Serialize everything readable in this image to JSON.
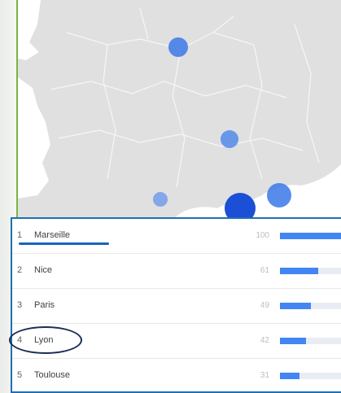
{
  "colors": {
    "accent": "#1e6fb3",
    "bar": "#4285f4",
    "bar_track": "#e9edf3",
    "map_land": "#e0e0e0",
    "map_sea": "#ffffff",
    "bubble": "#3b78e7",
    "bubble_dark": "#1a4fd6",
    "circle_annotation": "#1a2d57",
    "green_divider": "#7cb342"
  },
  "map": {
    "region": "France",
    "bubbles": [
      {
        "city": "Paris",
        "value": 49
      },
      {
        "city": "Lyon",
        "value": 42
      },
      {
        "city": "Toulouse",
        "value": 31
      },
      {
        "city": "Marseille",
        "value": 100
      },
      {
        "city": "Nice",
        "value": 61
      }
    ]
  },
  "rankings": {
    "max_value": 100,
    "rows": [
      {
        "rank": "1",
        "city": "Marseille",
        "value": "100",
        "score": 100
      },
      {
        "rank": "2",
        "city": "Nice",
        "value": "61",
        "score": 61
      },
      {
        "rank": "3",
        "city": "Paris",
        "value": "49",
        "score": 49
      },
      {
        "rank": "4",
        "city": "Lyon",
        "value": "42",
        "score": 42
      },
      {
        "rank": "5",
        "city": "Toulouse",
        "value": "31",
        "score": 31
      }
    ]
  },
  "annotations": {
    "underline_row": "1",
    "circled_row": "4"
  }
}
